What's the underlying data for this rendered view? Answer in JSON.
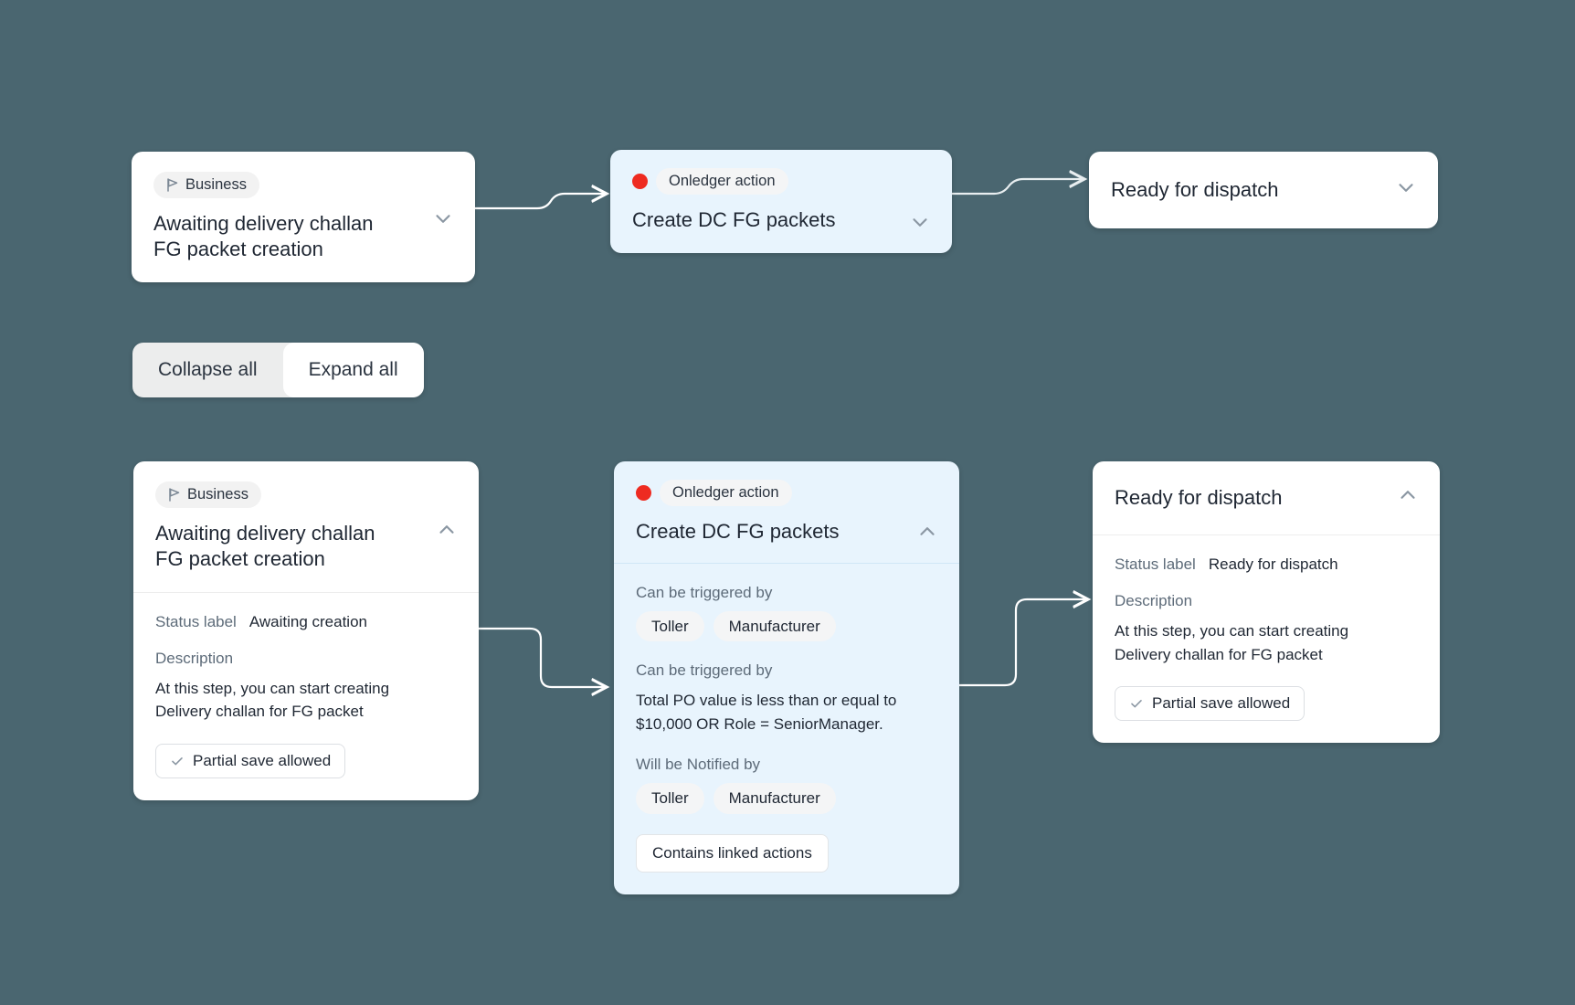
{
  "theme": {
    "canvas_bg": "#4a6670",
    "card_bg": "#ffffff",
    "action_card_bg": "#e8f4fd",
    "action_dot": "#ee2b21",
    "connector": "#ffffff",
    "muted_text": "#5d6b79",
    "primary_text": "#1f2733"
  },
  "toggle": {
    "collapse_label": "Collapse all",
    "expand_label": "Expand all",
    "active": "Expand all"
  },
  "collapsed_row": {
    "business_card": {
      "badge": "Business",
      "badge_icon": "flag-icon",
      "title": "Awaiting delivery challan FG packet creation",
      "chevron": "chevron-down-icon"
    },
    "action_card": {
      "badge": "Onledger action",
      "badge_icon": "red-dot-icon",
      "title": "Create DC FG packets",
      "chevron": "chevron-down-icon"
    },
    "status_card": {
      "title": "Ready for dispatch",
      "chevron": "chevron-down-icon"
    }
  },
  "expanded_row": {
    "business_card": {
      "badge": "Business",
      "badge_icon": "flag-icon",
      "title": "Awaiting delivery challan FG packet creation",
      "chevron": "chevron-up-icon",
      "status_label_key": "Status label",
      "status_label_value": "Awaiting creation",
      "description_key": "Description",
      "description_value": "At this step, you can start creating Delivery challan for FG packet",
      "partial_save_label": "Partial save allowed",
      "partial_save_icon": "check-icon"
    },
    "action_card": {
      "badge": "Onledger action",
      "badge_icon": "red-dot-icon",
      "title": "Create DC FG packets",
      "chevron": "chevron-up-icon",
      "triggered_by_label": "Can be triggered by",
      "triggered_by_roles": [
        "Toller",
        "Manufacturer"
      ],
      "condition_label": "Can be triggered by",
      "condition_text": "Total PO value is less than or equal to $10,000 OR Role = SeniorManager.",
      "notified_label": "Will be Notified by",
      "notified_roles": [
        "Toller",
        "Manufacturer"
      ],
      "linked_actions_label": "Contains linked actions"
    },
    "status_card": {
      "title": "Ready for dispatch",
      "chevron": "chevron-up-icon",
      "status_label_key": "Status label",
      "status_label_value": "Ready for dispatch",
      "description_key": "Description",
      "description_value": "At this step, you can start creating Delivery challan for FG packet",
      "partial_save_label": "Partial save allowed",
      "partial_save_icon": "check-icon"
    }
  }
}
